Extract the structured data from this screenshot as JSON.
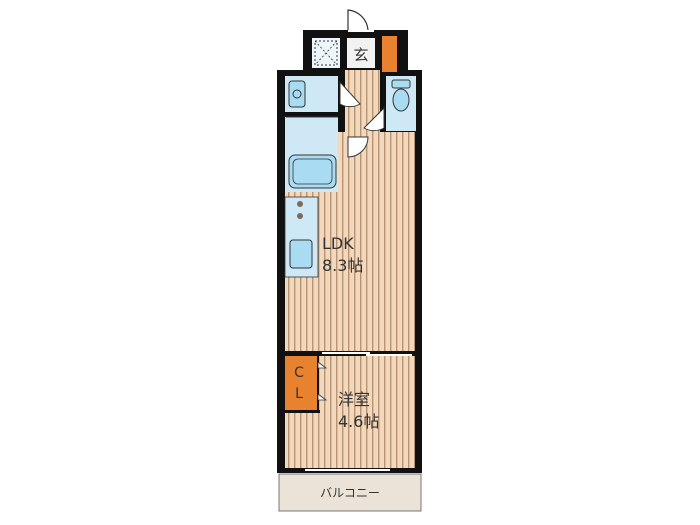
{
  "plan": {
    "entrance_label": "玄",
    "ldk": {
      "name": "LDK",
      "size": "8.3帖"
    },
    "bedroom": {
      "name": "洋室",
      "size": "4.6帖"
    },
    "closet": {
      "line1": "C",
      "line2": "L"
    },
    "balcony_label": "バルコニー"
  },
  "colors": {
    "wall": "#111111",
    "floor_base": "#f2d8bd",
    "floor_stripe": "#b99472",
    "wet_area": "#cfe8f6",
    "fixture": "#a9dcf2",
    "accent": "#e8822e",
    "balcony": "#ebe3d8"
  }
}
